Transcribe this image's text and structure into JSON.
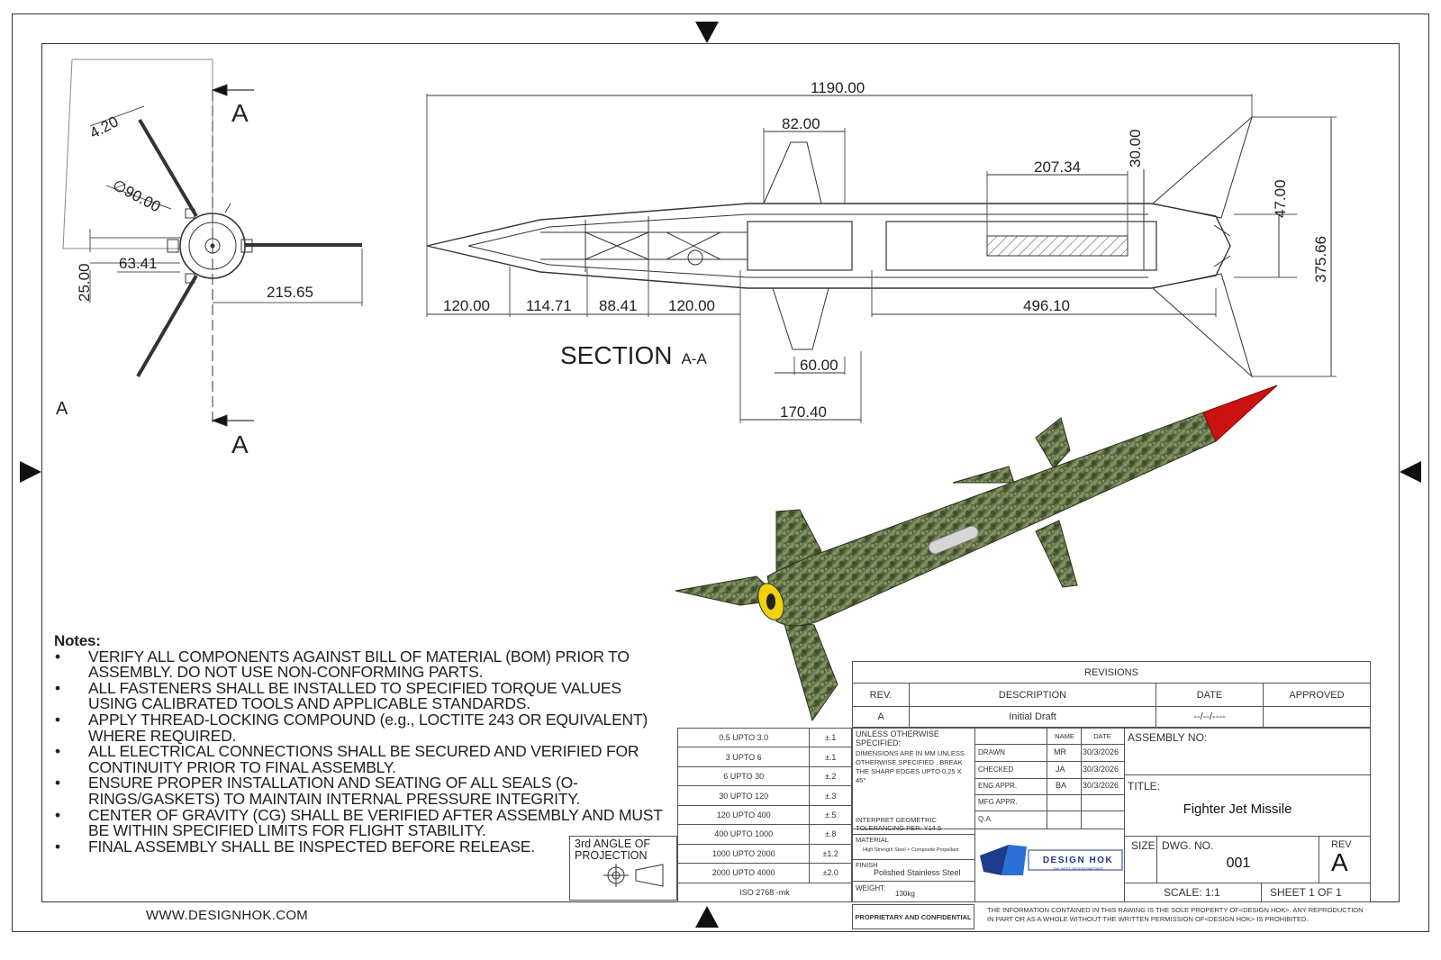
{
  "dimensions": {
    "front": {
      "d1": "4.20",
      "d2": "90.00",
      "d3": "63.41",
      "d4": "25.00",
      "d5": "215.65"
    },
    "front_diameter_symbol": "∅",
    "section": {
      "overall": "1190.00",
      "fin_root": "82.00",
      "slot_len": "207.34",
      "slot_h": "30.00",
      "tail_h": "47.00",
      "span": "375.66",
      "n1": "120.00",
      "n2": "114.71",
      "n3": "88.41",
      "n4": "120.00",
      "aft": "496.10",
      "fin_tip": "60.00",
      "fin_pos": "170.40"
    }
  },
  "labels": {
    "section_marker": "A",
    "view_label": "A",
    "section_title": "SECTION",
    "section_suffix": "A-A"
  },
  "notes": {
    "title": "Notes:",
    "items": [
      "VERIFY ALL COMPONENTS AGAINST BILL OF MATERIAL (BOM) PRIOR TO ASSEMBLY. DO NOT USE NON-CONFORMING PARTS.",
      "ALL FASTENERS SHALL BE INSTALLED TO SPECIFIED TORQUE VALUES USING CALIBRATED TOOLS AND APPLICABLE STANDARDS.",
      "APPLY THREAD-LOCKING COMPOUND (e.g., LOCTITE 243 OR EQUIVALENT) WHERE REQUIRED.",
      "ALL ELECTRICAL CONNECTIONS SHALL BE SECURED AND VERIFIED FOR CONTINUITY PRIOR TO FINAL ASSEMBLY.",
      "ENSURE PROPER INSTALLATION AND SEATING OF ALL SEALS (O-RINGS/GASKETS) TO MAINTAIN INTERNAL PRESSURE INTEGRITY.",
      "CENTER OF GRAVITY (CG) SHALL BE VERIFIED AFTER ASSEMBLY AND MUST BE WITHIN SPECIFIED LIMITS FOR FLIGHT STABILITY.",
      "FINAL ASSEMBLY SHALL BE INSPECTED BEFORE RELEASE."
    ]
  },
  "tolerance_table": {
    "rows": [
      [
        "0.5 UPTO 3.0",
        "±.1"
      ],
      [
        "3 UPTO 6",
        "±.1"
      ],
      [
        "6 UPTO 30",
        "±.2"
      ],
      [
        "30 UPTO 120",
        "±.3"
      ],
      [
        "120 UPTO 400",
        "±.5"
      ],
      [
        "400 UPTO 1000",
        "±.8"
      ],
      [
        "1000 UPTO 2000",
        "±1.2"
      ],
      [
        "2000 UPTO 4000",
        "±2.0"
      ]
    ],
    "standard": "ISO 2768 -mk"
  },
  "projection": {
    "label": "3rd ANGLE OF PROJECTION"
  },
  "revisions": {
    "title": "REVISIONS",
    "headers": [
      "REV.",
      "DESCRIPTION",
      "DATE",
      "APPROVED"
    ],
    "row": [
      "A",
      "Initial Draft",
      "--/--/----",
      ""
    ]
  },
  "title_block": {
    "unless": "UNLESS OTHERWISE SPECIFIED:",
    "dims_note": "DIMENSIONS ARE IN MM UNLESS OTHERWISE SPECIFIED , BREAK THE SHARP EDGES UPTO 0.25 X 45°",
    "interpret": "INTERPRET GEOMETRIC TOLERANCING PER: Y14.5",
    "material_label": "MATERIAL",
    "material_value": "High Strength Steel + Composite Propellant",
    "finish_label": "FINISH",
    "finish_value": "Polished Stainless Steel",
    "weight_label": "WEIGHT:",
    "weight_value": "130kg",
    "name_header": "NAME",
    "date_header": "DATE",
    "roles": [
      {
        "role": "DRAWN",
        "name": "MR",
        "date": "30/3/2026"
      },
      {
        "role": "CHECKED",
        "name": "JA",
        "date": "30/3/2026"
      },
      {
        "role": "ENG APPR.",
        "name": "BA",
        "date": "30/3/2026"
      },
      {
        "role": "MFG APPR.",
        "name": "",
        "date": ""
      },
      {
        "role": "Q.A.",
        "name": "",
        "date": ""
      }
    ],
    "assembly_no": "ASSEMBLY NO:",
    "title_label": "TITLE:",
    "title_value": "Fighter Jet Missile",
    "size_label": "SIZE",
    "dwg_label": "DWG. NO.",
    "dwg_value": "001",
    "rev_label": "REV",
    "rev_value": "A",
    "scale": "SCALE: 1:1",
    "sheet": "SHEET 1 OF 1",
    "logo_name": "DESIGN HOK",
    "logo_tag": "THE BEST DESIGN PARTNER",
    "proprietary": "PROPRIETARY AND CONFIDENTIAL",
    "disclaimer": "THE INFORMATION CONTAINED IN THIS RAWING IS THE SOLE PROPERTY OF<DESIGN HOK>. ANY REPRODUCTION IN PART OR AS A WHOLE WITHOUT THE WRITTEN PERMISSION OF<DESIGN HOK> IS PROHIBITED."
  },
  "footer": {
    "url": "WWW.DESIGNHOK.COM"
  },
  "colors": {
    "camo_dark": "#4a5a32",
    "camo_light": "#8a9a6a",
    "nose": "#cc1111",
    "yellow": "#f2d20a",
    "line": "#333333"
  }
}
